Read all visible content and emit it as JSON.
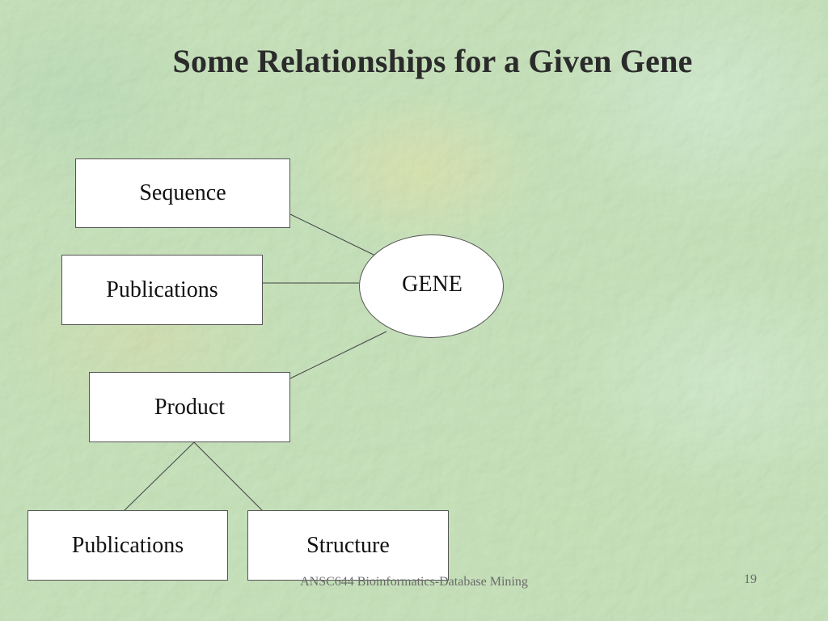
{
  "slide": {
    "title": "Some Relationships for a Given Gene"
  },
  "diagram": {
    "center": {
      "label": "GENE"
    },
    "nodes": {
      "sequence": {
        "label": "Sequence"
      },
      "publications_1": {
        "label": "Publications"
      },
      "product": {
        "label": "Product"
      },
      "publications_2": {
        "label": "Publications"
      },
      "structure": {
        "label": "Structure"
      }
    },
    "relationships": [
      {
        "from": "GENE",
        "to": "Sequence"
      },
      {
        "from": "GENE",
        "to": "Publications"
      },
      {
        "from": "GENE",
        "to": "Product"
      },
      {
        "from": "Product",
        "to": "Publications"
      },
      {
        "from": "Product",
        "to": "Structure"
      }
    ]
  },
  "footer": {
    "course": "ANSC644 Bioinformatics-Database Mining",
    "page_number": "19"
  },
  "colors": {
    "background": "#bcdcae",
    "box_fill": "#ffffff",
    "line": "#555555",
    "title_text": "#2b2b2b"
  }
}
